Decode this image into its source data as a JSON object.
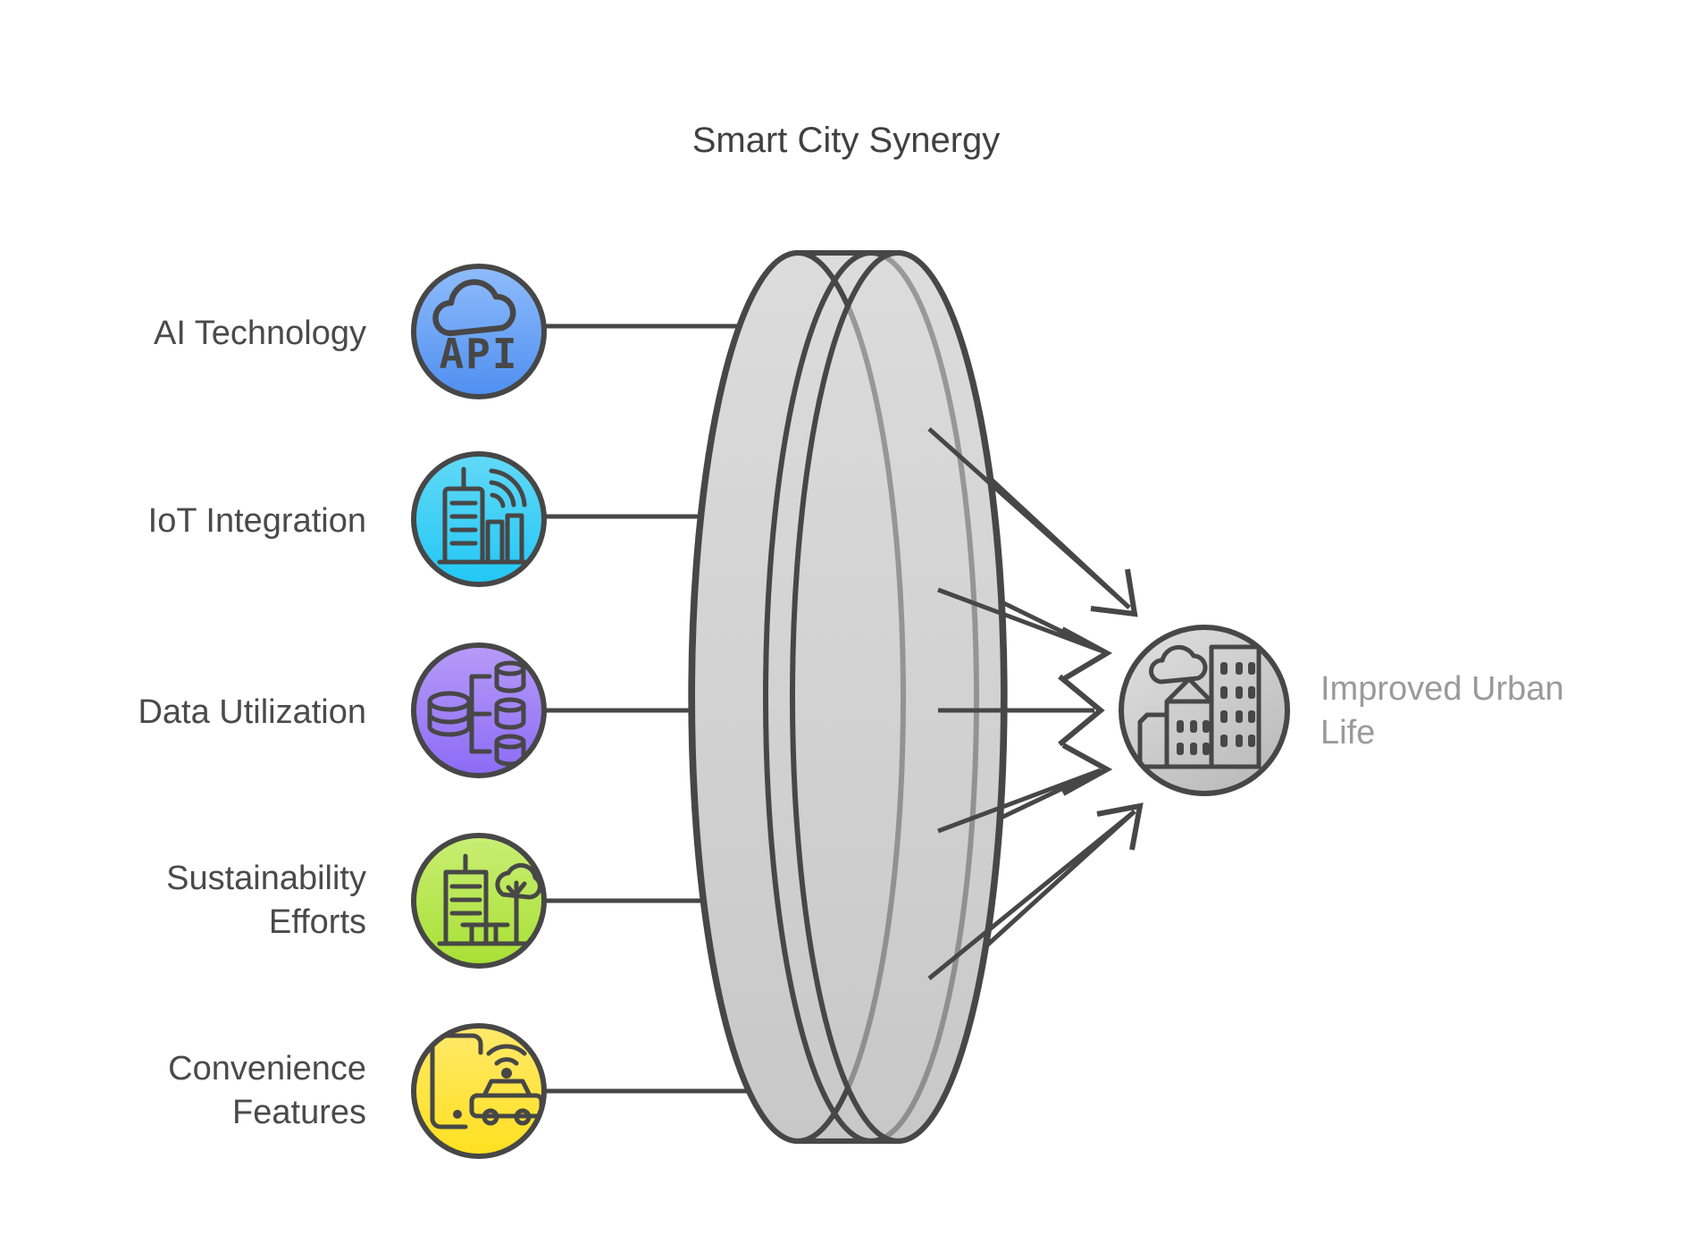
{
  "diagram": {
    "title": "Smart City Synergy",
    "type": "convergence-funnel",
    "background_color": "#ffffff",
    "line_color": "#474747",
    "title_color": "#404040",
    "label_color": "#4a4a4a",
    "outcome_label_color": "#9a9a9a",
    "lens": {
      "name": "convergence-lens",
      "fill_color": "#d9d9d9",
      "stroke_color": "#474747"
    },
    "inputs": [
      {
        "label": "AI Technology",
        "icon": "cloud-api-icon",
        "icon_text": "API",
        "color_top": "#8fbcfb",
        "color_bottom": "#4f8ff0"
      },
      {
        "label": "IoT Integration",
        "icon": "city-wifi-icon",
        "icon_text": "",
        "color_top": "#63d9f7",
        "color_bottom": "#21c7f5"
      },
      {
        "label": "Data Utilization",
        "icon": "database-network-icon",
        "icon_text": "",
        "color_top": "#b79bf8",
        "color_bottom": "#8c6bf5"
      },
      {
        "label": "Sustainability Efforts",
        "label_line_1": "Sustainability",
        "label_line_2": "Efforts",
        "icon": "building-tree-icon",
        "icon_text": "",
        "color_top": "#c9ee74",
        "color_bottom": "#a8e034"
      },
      {
        "label": "Convenience Features",
        "label_line_1": "Convenience",
        "label_line_2": "Features",
        "icon": "phone-smartcar-icon",
        "icon_text": "",
        "color_top": "#ffe96b",
        "color_bottom": "#ffe01f"
      }
    ],
    "outcome": {
      "label": "Improved Urban Life",
      "label_line_1": "Improved Urban",
      "label_line_2": "Life",
      "icon": "cityscape-cloud-icon",
      "color_top": "#dcdcdc",
      "color_bottom": "#bcbcbc"
    }
  }
}
